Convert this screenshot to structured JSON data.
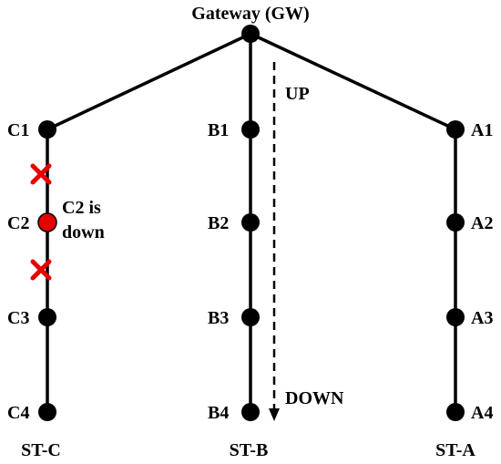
{
  "gateway": {
    "label": "Gateway (GW)"
  },
  "flow": {
    "up_label": "UP",
    "down_label": "DOWN"
  },
  "status": {
    "line1": "C2 is",
    "line2": "down"
  },
  "stations": [
    {
      "name": "ST-C",
      "nodes": [
        "C1",
        "C2",
        "C3",
        "C4"
      ]
    },
    {
      "name": "ST-B",
      "nodes": [
        "B1",
        "B2",
        "B3",
        "B4"
      ]
    },
    {
      "name": "ST-A",
      "nodes": [
        "A1",
        "A2",
        "A3",
        "A4"
      ]
    }
  ],
  "colors": {
    "down_node": "#e60000",
    "failure_mark": "#e60000",
    "line": "#000000"
  },
  "icons": {
    "failure": "x-mark-icon"
  }
}
